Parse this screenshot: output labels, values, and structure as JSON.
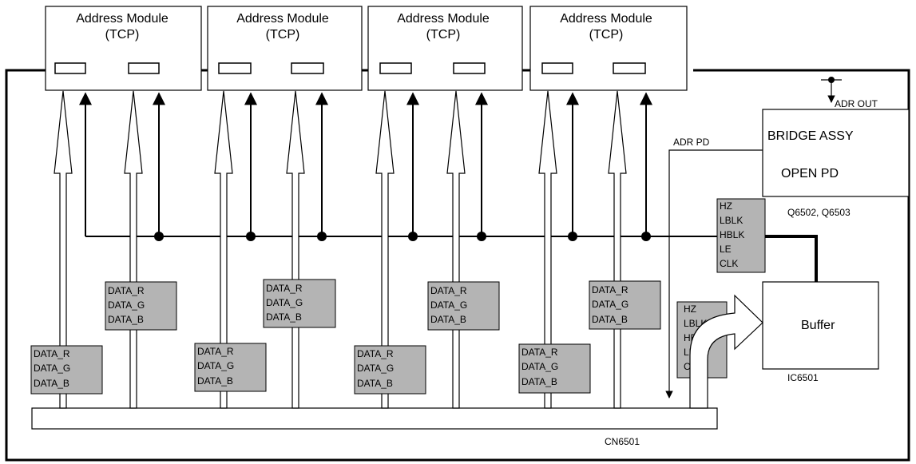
{
  "modules": [
    {
      "title": "Address Module",
      "sub": "(TCP)"
    },
    {
      "title": "Address Module",
      "sub": "(TCP)"
    },
    {
      "title": "Address Module",
      "sub": "(TCP)"
    },
    {
      "title": "Address Module",
      "sub": "(TCP)"
    }
  ],
  "data_box_lines": [
    "DATA_R",
    "DATA_G",
    "DATA_B"
  ],
  "bridge": {
    "title": "BRIDGE ASSY",
    "sub": "OPEN PD",
    "part": "Q6502, Q6503"
  },
  "signals": {
    "adr_out": "ADR OUT",
    "adr_pd": "ADR PD"
  },
  "ctrl_lines": [
    "HZ",
    "LBLK",
    "HBLK",
    "LE",
    "CLK"
  ],
  "buffer": {
    "title": "Buffer",
    "part": "IC6501"
  },
  "connector": {
    "part": "CN6501"
  },
  "colors": {
    "gray_box": "#b4b4b4",
    "line": "#000000"
  }
}
